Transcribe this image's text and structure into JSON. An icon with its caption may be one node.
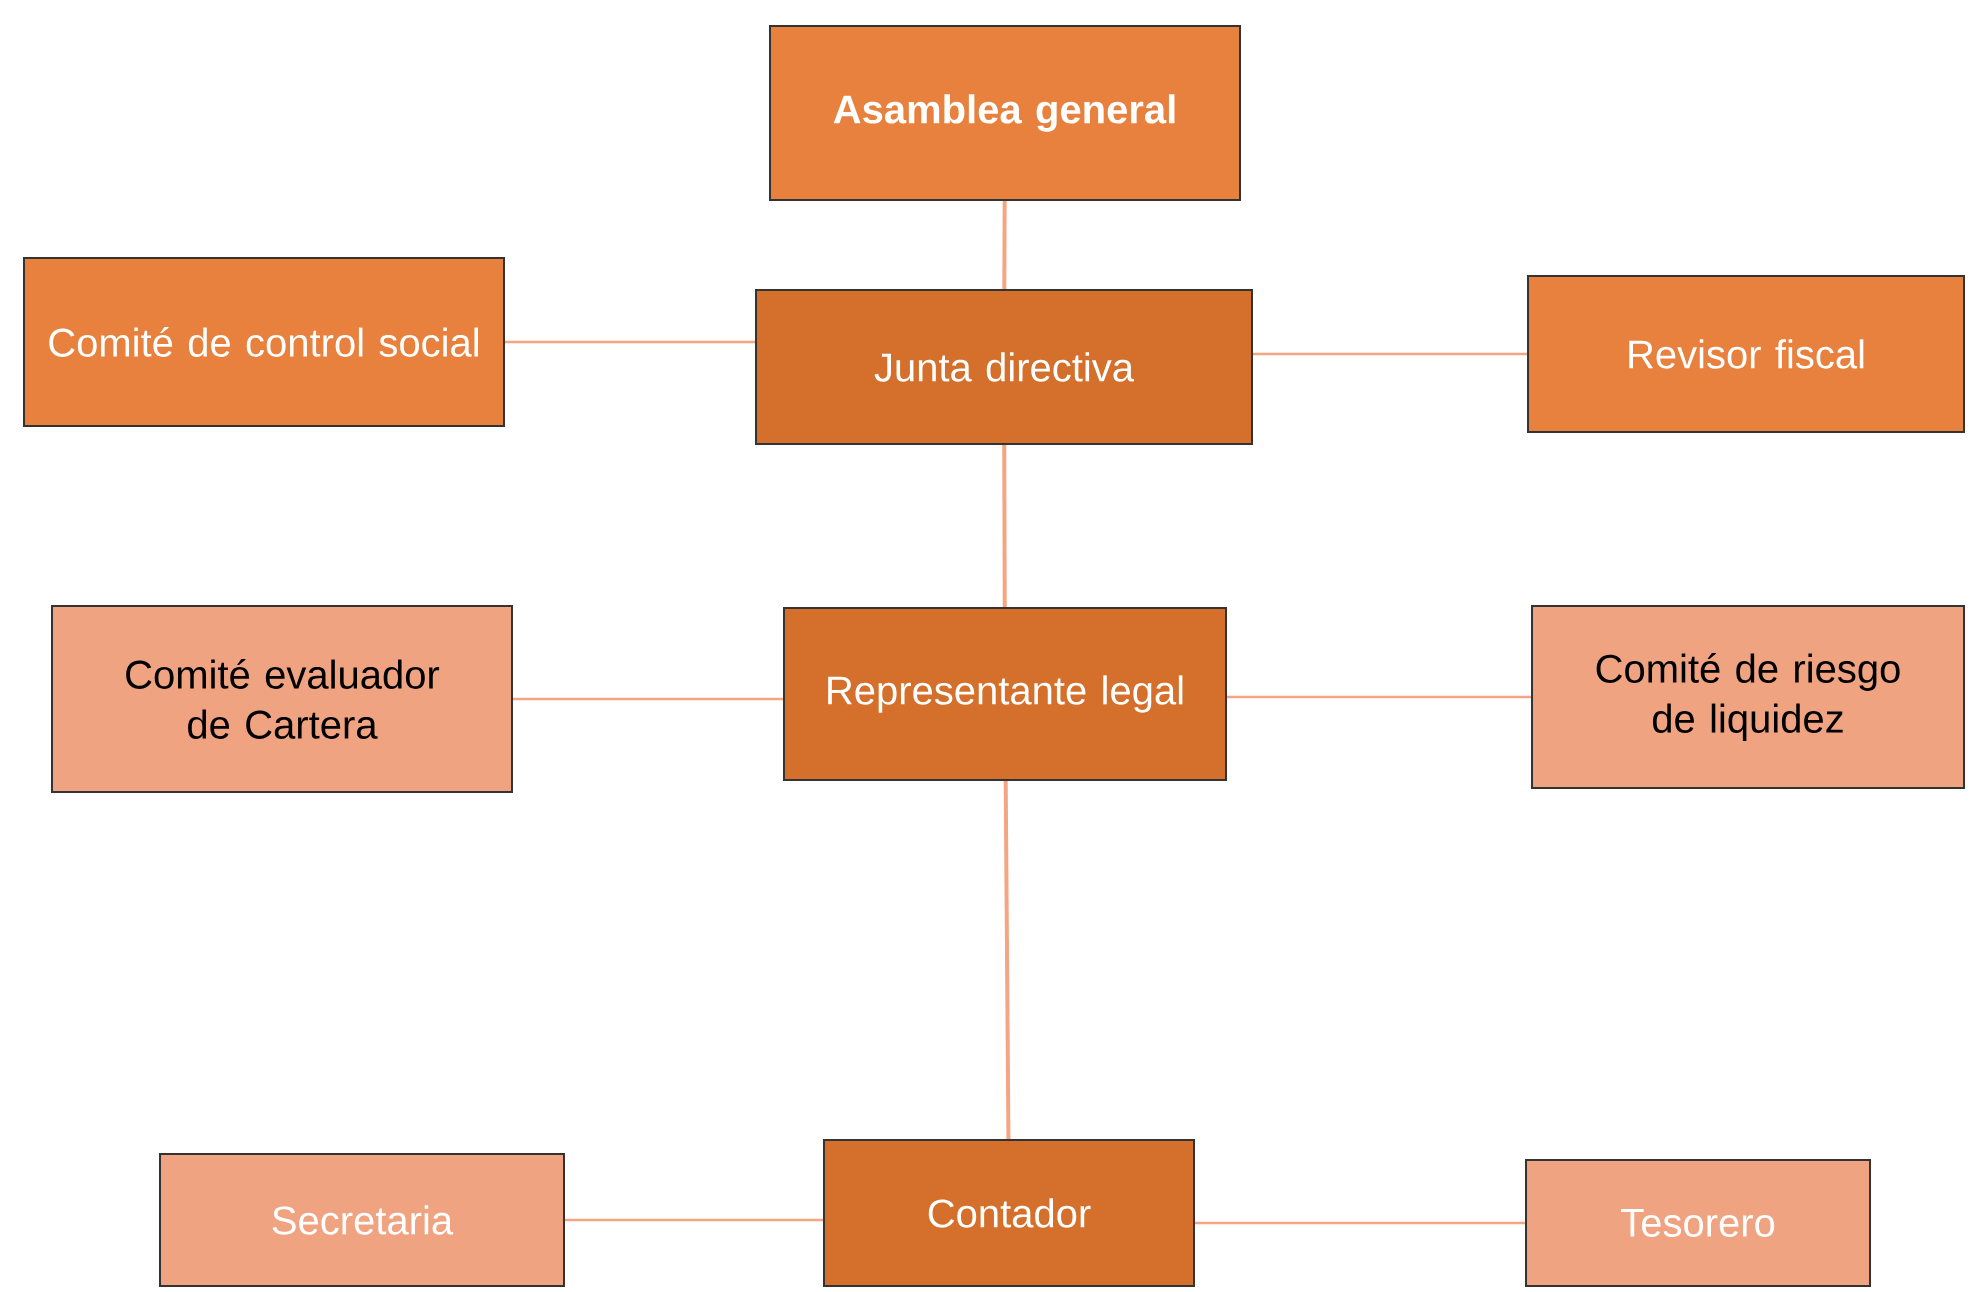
{
  "diagram": {
    "nodes": [
      {
        "text": [
          "Asamblea general"
        ]
      },
      {
        "text": [
          "Comité de control social"
        ]
      },
      {
        "text": [
          "Junta directiva"
        ]
      },
      {
        "text": [
          "Revisor fiscal"
        ]
      },
      {
        "text": [
          "Comité evaluador de Cartera"
        ]
      },
      {
        "text": [
          "Representante legal"
        ]
      },
      {
        "text": [
          "Comité de riesgo de liquidez"
        ]
      },
      {
        "text": [
          "Contador"
        ]
      },
      {
        "text": [
          "Secretaria"
        ]
      },
      {
        "text": [
          "Tesorero"
        ]
      }
    ],
    "edges": [
      {
        "from": 0,
        "to": 2,
        "arrow": "none"
      },
      {
        "from": 2,
        "to": 1,
        "arrow": "none"
      },
      {
        "from": 2,
        "to": 3,
        "arrow": "none"
      },
      {
        "from": 2,
        "to": 5,
        "arrow": "none"
      },
      {
        "from": 5,
        "to": 4,
        "arrow": "none"
      },
      {
        "from": 5,
        "to": 6,
        "arrow": "none"
      },
      {
        "from": 5,
        "to": 7,
        "arrow": "none"
      },
      {
        "from": 7,
        "to": 8,
        "arrow": "none"
      },
      {
        "from": 7,
        "to": 9,
        "arrow": "none"
      }
    ]
  }
}
